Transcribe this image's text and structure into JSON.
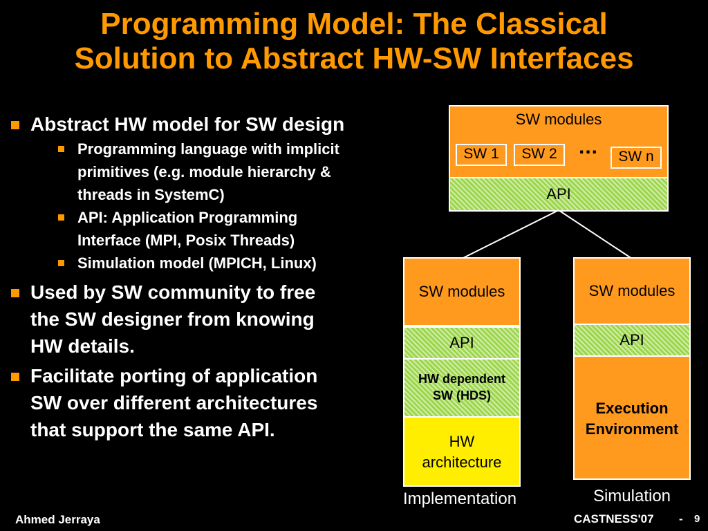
{
  "title": {
    "line1": "Programming Model: The Classical",
    "line2": "Solution to Abstract HW-SW Interfaces"
  },
  "bullets": {
    "b1": "Abstract HW model for SW design",
    "b1_subs": [
      {
        "line1": "Programming language with implicit",
        "line2": "primitives (e.g. module hierarchy &",
        "line3": "threads in SystemC)"
      },
      {
        "line1": "API: Application Programming",
        "line2": "Interface (MPI, Posix Threads)"
      },
      {
        "line1": "Simulation model (MPICH, Linux)"
      }
    ],
    "b2": {
      "line1": "Used by SW community to free",
      "line2": "the SW designer from knowing",
      "line3": "HW details."
    },
    "b3": {
      "line1": "Facilitate porting of application",
      "line2": "SW over different architectures",
      "line3": "that support the same API."
    }
  },
  "diagram": {
    "top": {
      "modules_label": "SW modules",
      "sw1": "SW 1",
      "sw2": "SW 2",
      "dots": "...",
      "swn": "SW n",
      "api": "API"
    },
    "implementation": {
      "modules_label": "SW modules",
      "api": "API",
      "hds_line1": "HW dependent",
      "hds_line2": "SW (HDS)",
      "hw_line1": "HW",
      "hw_line2": "architecture",
      "caption": "Implementation"
    },
    "simulation": {
      "modules_label": "SW modules",
      "api": "API",
      "exec_line1": "Execution",
      "exec_line2": "Environment",
      "caption": "Simulation"
    }
  },
  "footer": {
    "author": "Ahmed Jerraya",
    "event": "CASTNESS'07",
    "separator": "-",
    "page": "9"
  },
  "colors": {
    "title": "#ff9900",
    "box_orange": "#ff9a1f",
    "box_yellow": "#ffee00",
    "api_hatch": "#9cd64a",
    "background": "#000000"
  }
}
